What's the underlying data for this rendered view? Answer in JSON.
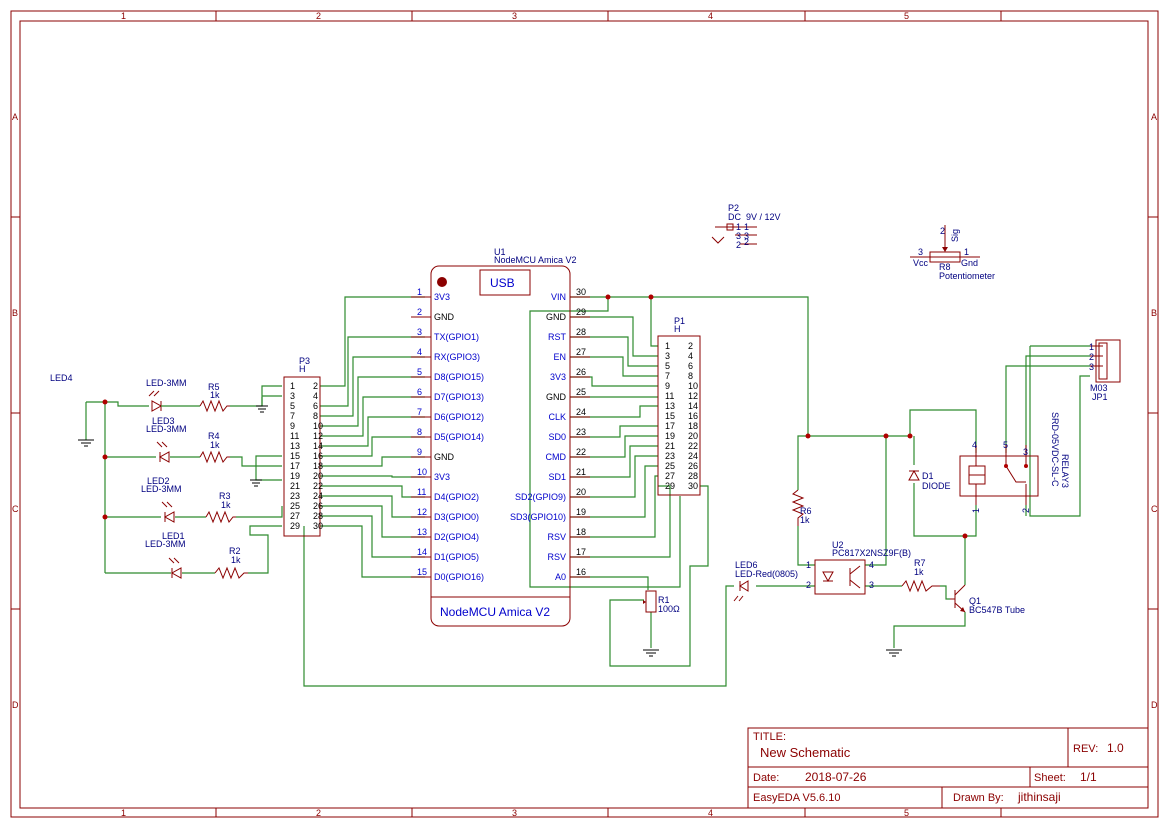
{
  "frame": {
    "columns": [
      "1",
      "2",
      "3",
      "4",
      "5"
    ],
    "rows": [
      "A",
      "B",
      "C",
      "D"
    ]
  },
  "title_block": {
    "title_label": "TITLE:",
    "title": "New Schematic",
    "rev_label": "REV:",
    "rev": "1.0",
    "date_label": "Date:",
    "date": "2018-07-26",
    "sheet_label": "Sheet:",
    "sheet": "1/1",
    "tool": "EasyEDA V5.6.10",
    "drawn_label": "Drawn By:",
    "drawn_by": "jithinsaji"
  },
  "u1": {
    "ref": "U1",
    "name": "NodeMCU Amica V2",
    "usb": "USB",
    "footer": "NodeMCU Amica V2",
    "left_pins": [
      {
        "num": "1",
        "label": "3V3"
      },
      {
        "num": "2",
        "label": "GND"
      },
      {
        "num": "3",
        "label": "TX(GPIO1)"
      },
      {
        "num": "4",
        "label": "RX(GPIO3)"
      },
      {
        "num": "5",
        "label": "D8(GPIO15)"
      },
      {
        "num": "6",
        "label": "D7(GPIO13)"
      },
      {
        "num": "7",
        "label": "D6(GPIO12)"
      },
      {
        "num": "8",
        "label": "D5(GPIO14)"
      },
      {
        "num": "9",
        "label": "GND"
      },
      {
        "num": "10",
        "label": "3V3"
      },
      {
        "num": "11",
        "label": "D4(GPIO2)"
      },
      {
        "num": "12",
        "label": "D3(GPIO0)"
      },
      {
        "num": "13",
        "label": "D2(GPIO4)"
      },
      {
        "num": "14",
        "label": "D1(GPIO5)"
      },
      {
        "num": "15",
        "label": "D0(GPIO16)"
      }
    ],
    "right_pins": [
      {
        "num": "30",
        "label": "VIN"
      },
      {
        "num": "29",
        "label": "GND"
      },
      {
        "num": "28",
        "label": "RST"
      },
      {
        "num": "27",
        "label": "EN"
      },
      {
        "num": "26",
        "label": "3V3"
      },
      {
        "num": "25",
        "label": "GND"
      },
      {
        "num": "24",
        "label": "CLK"
      },
      {
        "num": "23",
        "label": "SD0"
      },
      {
        "num": "22",
        "label": "CMD"
      },
      {
        "num": "21",
        "label": "SD1"
      },
      {
        "num": "20",
        "label": "SD2(GPIO9)"
      },
      {
        "num": "19",
        "label": "SD3(GPIO10)"
      },
      {
        "num": "18",
        "label": "RSV"
      },
      {
        "num": "17",
        "label": "RSV"
      },
      {
        "num": "16",
        "label": "A0"
      }
    ]
  },
  "headers": {
    "p3": {
      "ref": "P3",
      "type": "H",
      "rows": [
        [
          "1",
          "2"
        ],
        [
          "3",
          "4"
        ],
        [
          "5",
          "6"
        ],
        [
          "7",
          "8"
        ],
        [
          "9",
          "10"
        ],
        [
          "11",
          "12"
        ],
        [
          "13",
          "14"
        ],
        [
          "15",
          "16"
        ],
        [
          "17",
          "18"
        ],
        [
          "19",
          "20"
        ],
        [
          "21",
          "22"
        ],
        [
          "23",
          "24"
        ],
        [
          "25",
          "26"
        ],
        [
          "27",
          "28"
        ],
        [
          "29",
          "30"
        ]
      ]
    },
    "p1": {
      "ref": "P1",
      "type": "H",
      "rows": [
        [
          "1",
          "2"
        ],
        [
          "3",
          "4"
        ],
        [
          "5",
          "6"
        ],
        [
          "7",
          "8"
        ],
        [
          "9",
          "10"
        ],
        [
          "11",
          "12"
        ],
        [
          "13",
          "14"
        ],
        [
          "15",
          "16"
        ],
        [
          "17",
          "18"
        ],
        [
          "19",
          "20"
        ],
        [
          "21",
          "22"
        ],
        [
          "23",
          "24"
        ],
        [
          "25",
          "26"
        ],
        [
          "27",
          "28"
        ],
        [
          "29",
          "30"
        ]
      ]
    }
  },
  "leds": {
    "led4": "LED4",
    "led3": {
      "ref": "LED3",
      "type": "LED-3MM"
    },
    "led2": {
      "ref": "LED2",
      "type": "LED-3MM"
    },
    "led1": {
      "ref": "LED1",
      "type": "LED-3MM"
    },
    "led_top_type": "LED-3MM",
    "led6": {
      "ref": "LED6",
      "type": "LED-Red(0805)"
    }
  },
  "resistors": {
    "r5": {
      "ref": "R5",
      "val": "1k"
    },
    "r4": {
      "ref": "R4",
      "val": "1k"
    },
    "r3": {
      "ref": "R3",
      "val": "1k"
    },
    "r2": {
      "ref": "R2",
      "val": "1k"
    },
    "r1": {
      "ref": "R1",
      "val": "100Ω"
    },
    "r6": {
      "ref": "R6",
      "val": "1k"
    },
    "r7": {
      "ref": "R7",
      "val": "1k"
    }
  },
  "p2": {
    "ref": "P2",
    "name": "DC",
    "value": "9V / 12V",
    "pins": [
      "1",
      "1",
      "3",
      "3",
      "2",
      "2"
    ]
  },
  "r8": {
    "ref": "R8",
    "name": "Potentiometer",
    "pin_sig": "Sig",
    "pin_vcc": "Vcc",
    "pin_gnd": "Gnd",
    "n2": "2",
    "n3": "3",
    "n1": "1"
  },
  "jp1": {
    "ref": "JP1",
    "name": "M03",
    "pins": [
      "1",
      "2",
      "3"
    ]
  },
  "relay": {
    "ref": "RELAY3",
    "name": "SRD-05VDC-SL-C",
    "pins": [
      "4",
      "5",
      "3",
      "1",
      "2"
    ]
  },
  "d1": {
    "ref": "D1",
    "name": "DIODE"
  },
  "u2": {
    "ref": "U2",
    "name": "PC817X2NSZ9F(B)",
    "pins": [
      "1",
      "2",
      "3",
      "4"
    ]
  },
  "q1": {
    "ref": "Q1",
    "name": "BC547B Tube"
  }
}
